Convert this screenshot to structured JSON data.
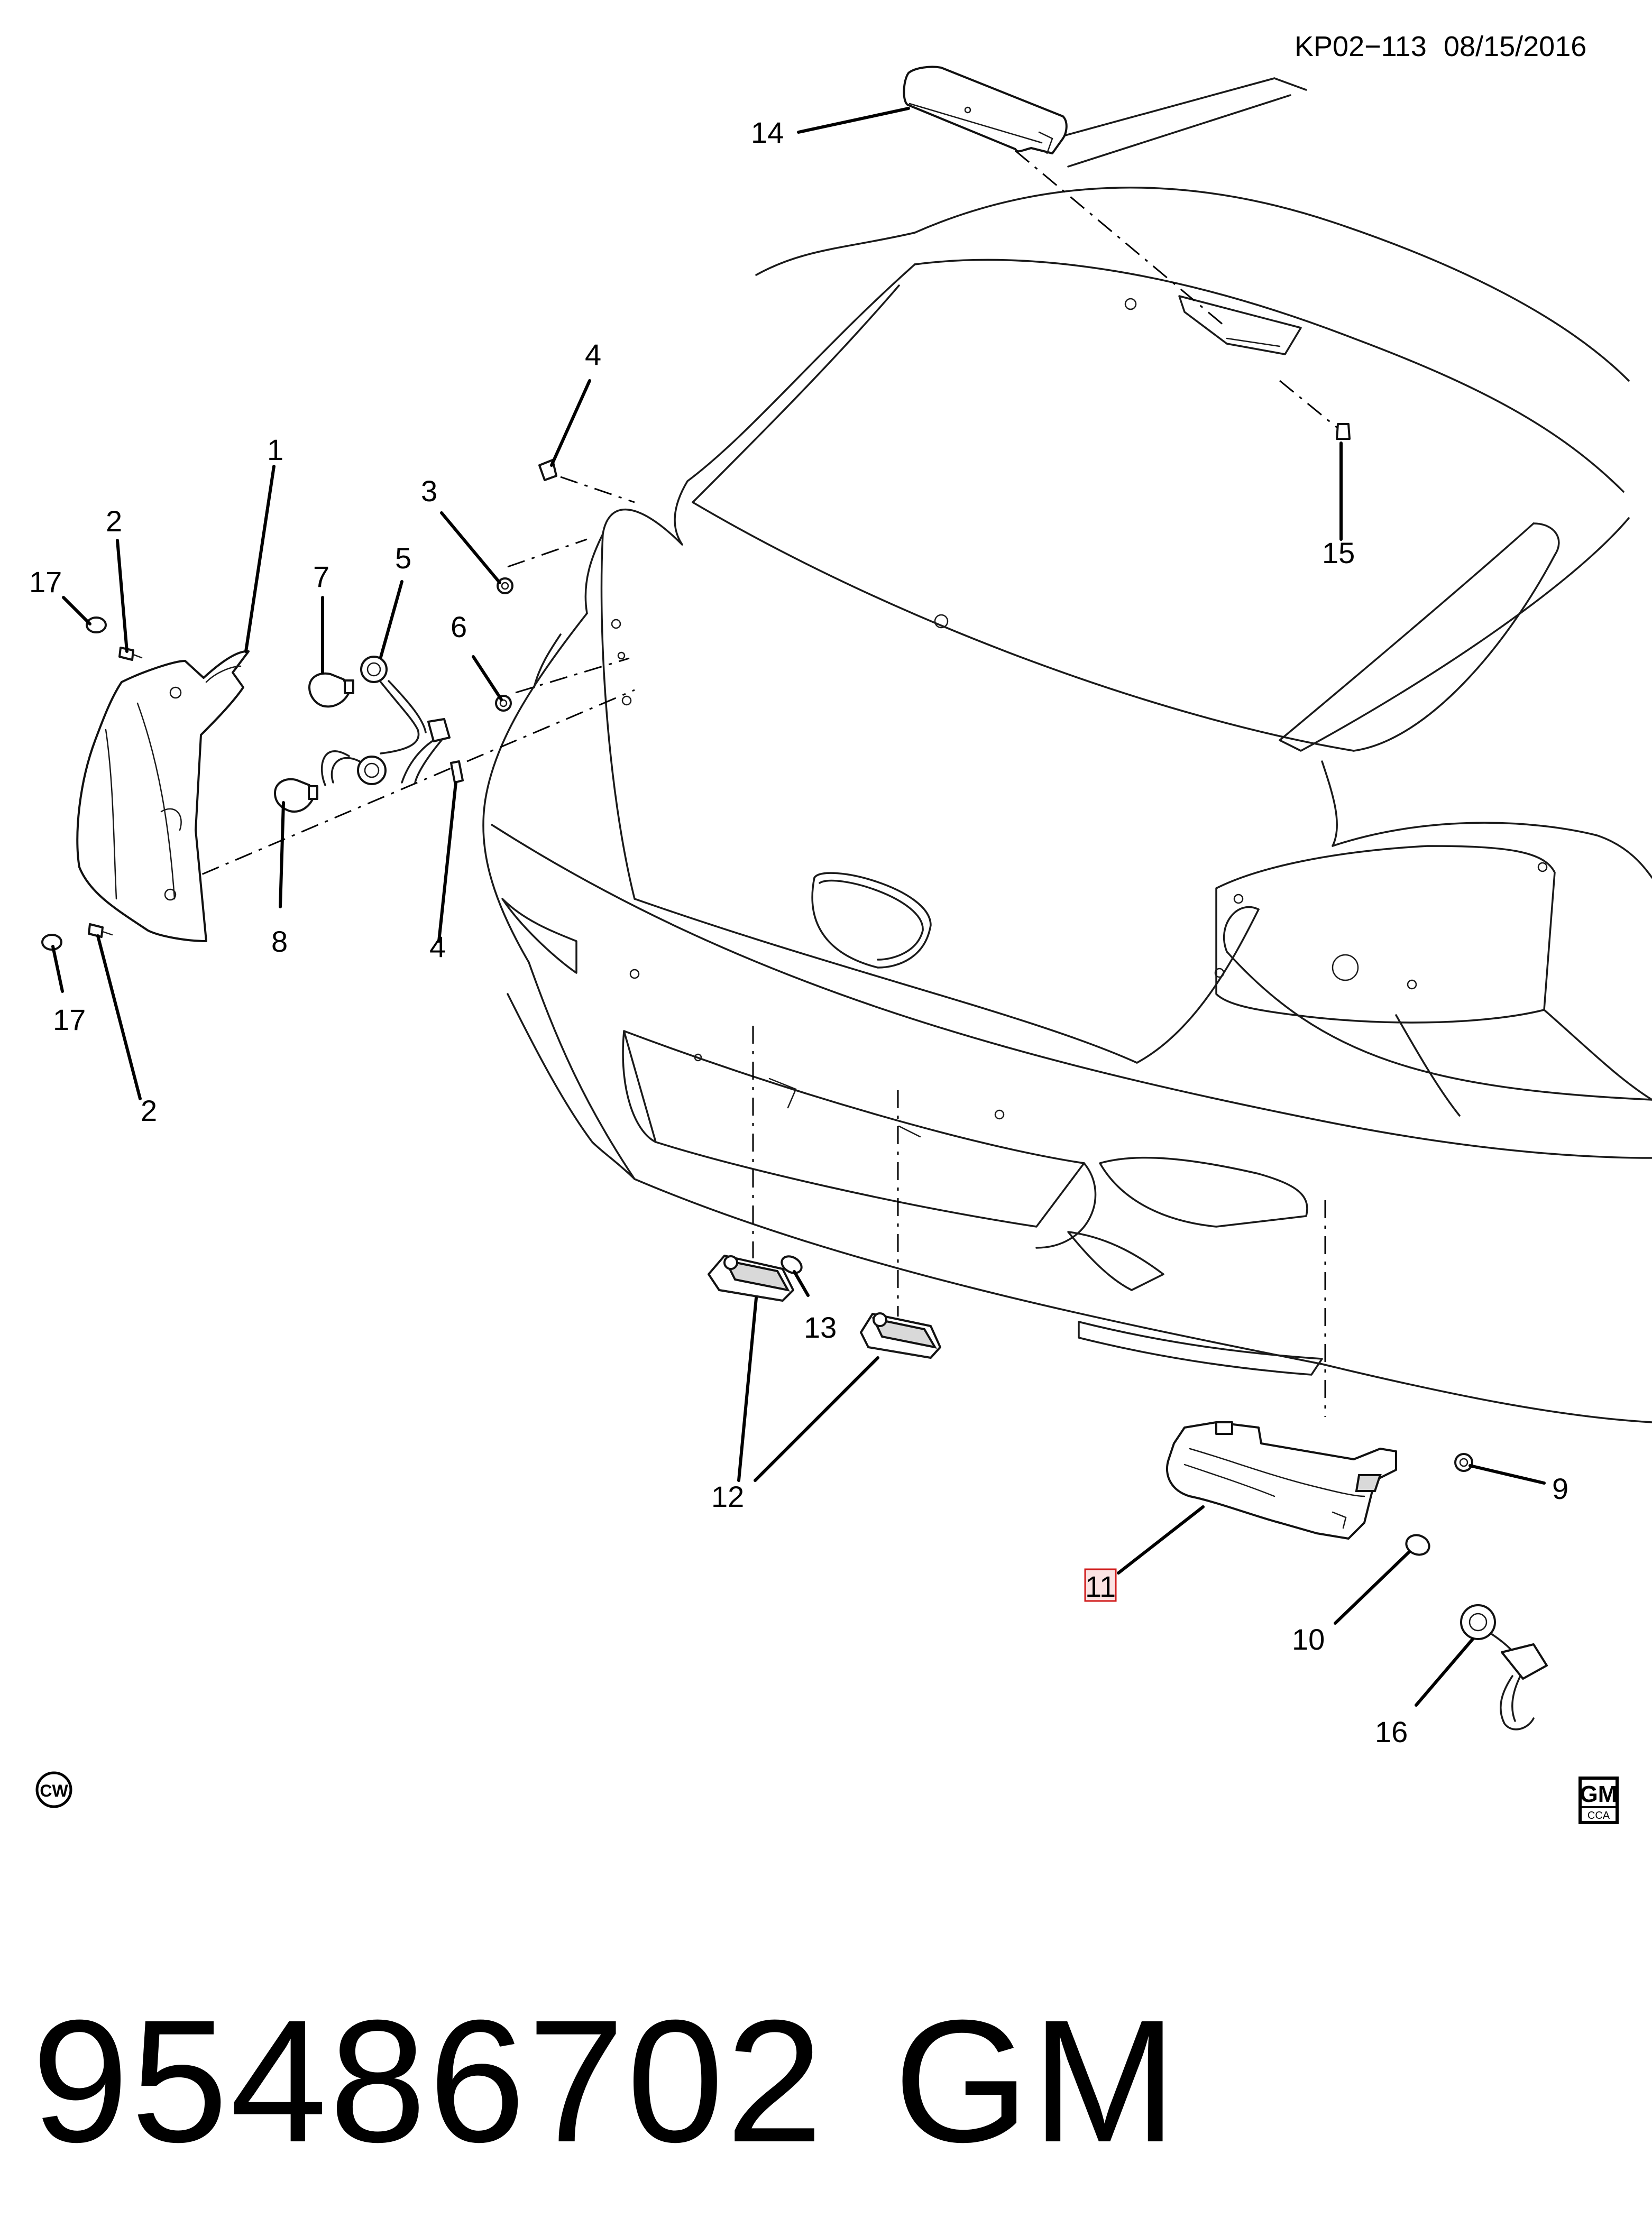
{
  "header": {
    "drawing_id": "KP02−113",
    "date": "08/15/2016"
  },
  "callouts": {
    "c1": "1",
    "c2a": "2",
    "c2b": "2",
    "c3": "3",
    "c4a": "4",
    "c4b": "4",
    "c5": "5",
    "c6": "6",
    "c7": "7",
    "c8": "8",
    "c9": "9",
    "c10": "10",
    "c11": "11",
    "c12": "12",
    "c13": "13",
    "c14": "14",
    "c15": "15",
    "c16": "16",
    "c17a": "17",
    "c17b": "17"
  },
  "highlighted_callout": "11",
  "badges": {
    "cw": "CW",
    "gm_logo": "GM",
    "gm_sub": "CCA"
  },
  "footer": {
    "part_number": "95486702",
    "brand": "GM"
  },
  "colors": {
    "line": "#1a1a1a",
    "highlight_fill": "#fbe3e3",
    "highlight_stroke": "#d01b1b"
  }
}
